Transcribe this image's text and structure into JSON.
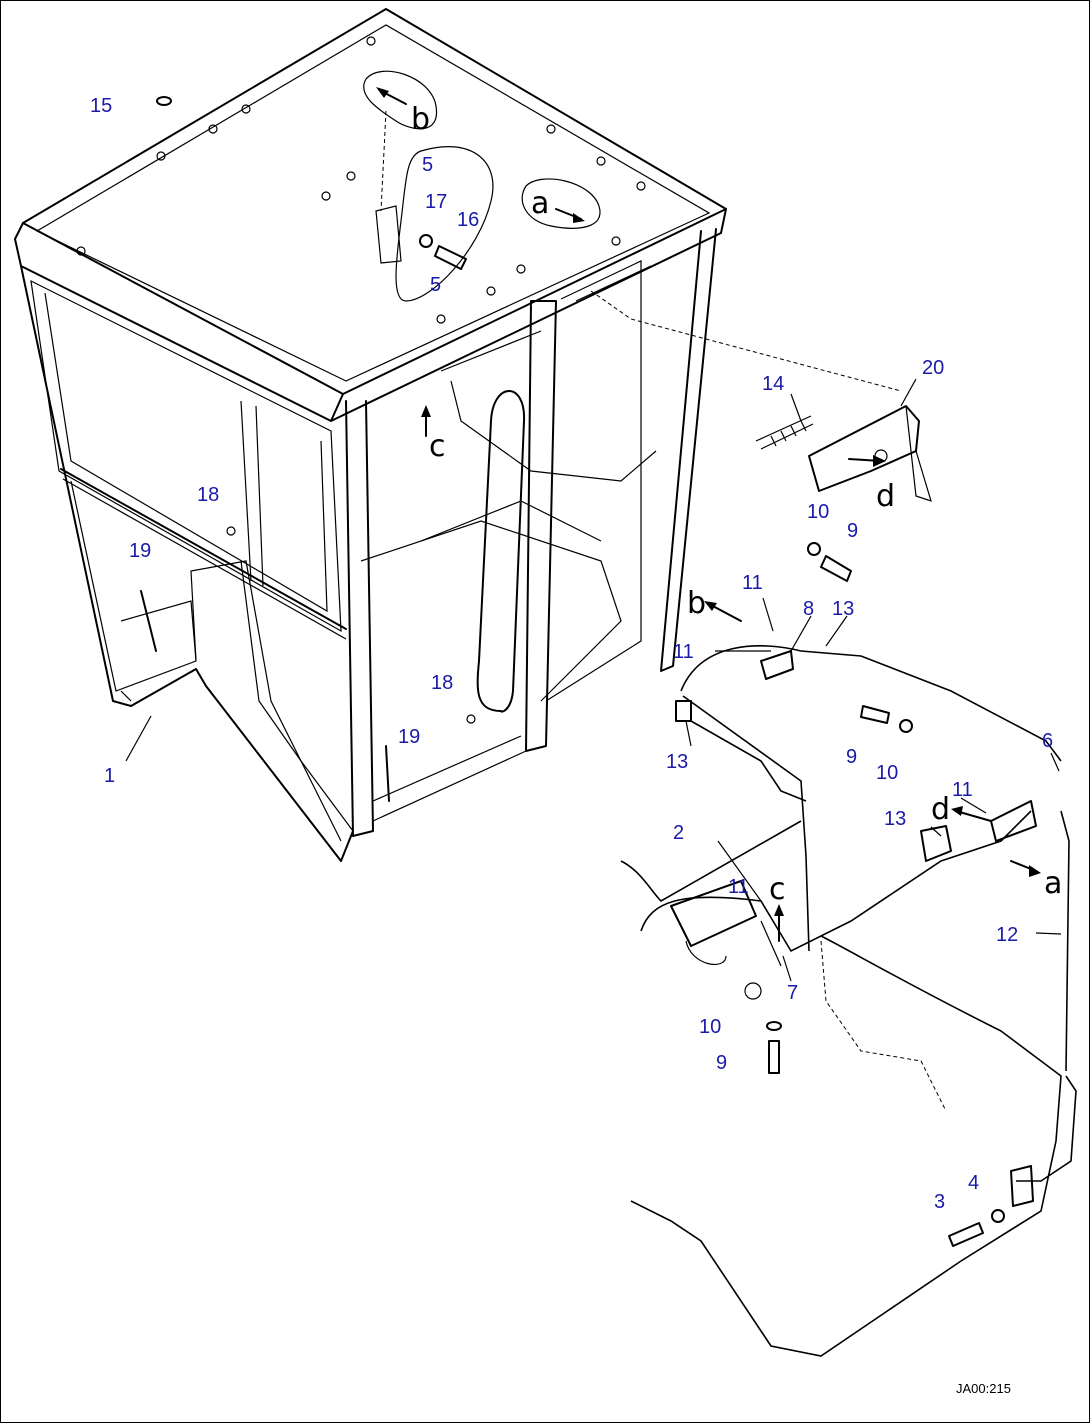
{
  "colors": {
    "callout": "#1a1aa8",
    "line": "#000000",
    "background": "#ffffff"
  },
  "callouts": {
    "c1": "1",
    "c2": "2",
    "c3": "3",
    "c4": "4",
    "c5a": "5",
    "c5b": "5",
    "c6": "6",
    "c7": "7",
    "c8": "8",
    "c9a": "9",
    "c9b": "9",
    "c9c": "9",
    "c10a": "10",
    "c10b": "10",
    "c10c": "10",
    "c11a": "11",
    "c11b": "11",
    "c11c": "11",
    "c11d": "11",
    "c12": "12",
    "c13a": "13",
    "c13b": "13",
    "c13c": "13",
    "c14": "14",
    "c15": "15",
    "c16": "16",
    "c17": "17",
    "c18a": "18",
    "c18b": "18",
    "c19a": "19",
    "c19b": "19",
    "c20": "20"
  },
  "markers": {
    "a_top": "a",
    "a_right": "a",
    "b_top": "b",
    "b_harness": "b",
    "c_cab": "c",
    "c_harness": "c",
    "d_bracket": "d",
    "d_harness": "d"
  },
  "reference_code": "JA00:215"
}
